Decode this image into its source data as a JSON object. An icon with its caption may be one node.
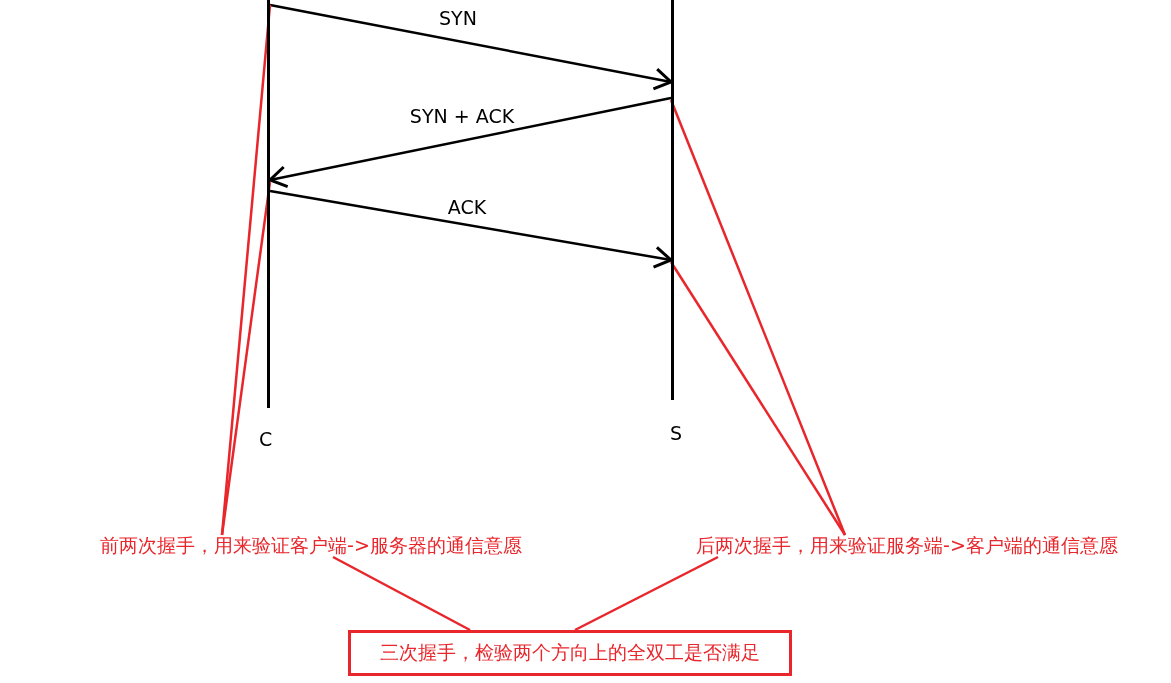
{
  "diagram": {
    "nodes": [
      {
        "text": [],
        "shape": "bar",
        "beside": [
          "C"
        ]
      },
      {
        "text": [],
        "shape": "bar",
        "beside": [
          "S"
        ]
      },
      {
        "text": [
          "前两次握手，用来验证客户端->服务器的通信意愿"
        ]
      },
      {
        "text": [
          "后两次握手，用来验证服务端->客户端的通信意愿"
        ]
      },
      {
        "text": [
          "三次握手，检验两个方向上的全双工是否满足"
        ]
      }
    ],
    "edges": [
      {
        "from": 0,
        "to": 1,
        "arrow": "to",
        "label": "SYN",
        "color": "#000000"
      },
      {
        "from": 1,
        "to": 0,
        "arrow": "to",
        "label": "SYN + ACK",
        "color": "#000000"
      },
      {
        "from": 0,
        "to": 1,
        "arrow": "to",
        "label": "ACK",
        "color": "#000000"
      },
      {
        "from": 2,
        "to": 0,
        "arrow": "none"
      },
      {
        "from": 2,
        "to": 0,
        "arrow": "none"
      },
      {
        "from": 3,
        "to": 1,
        "arrow": "none"
      },
      {
        "from": 3,
        "to": 1,
        "arrow": "none"
      },
      {
        "from": 4,
        "to": 2,
        "arrow": "none"
      },
      {
        "from": 4,
        "to": 3,
        "arrow": "none"
      }
    ]
  }
}
